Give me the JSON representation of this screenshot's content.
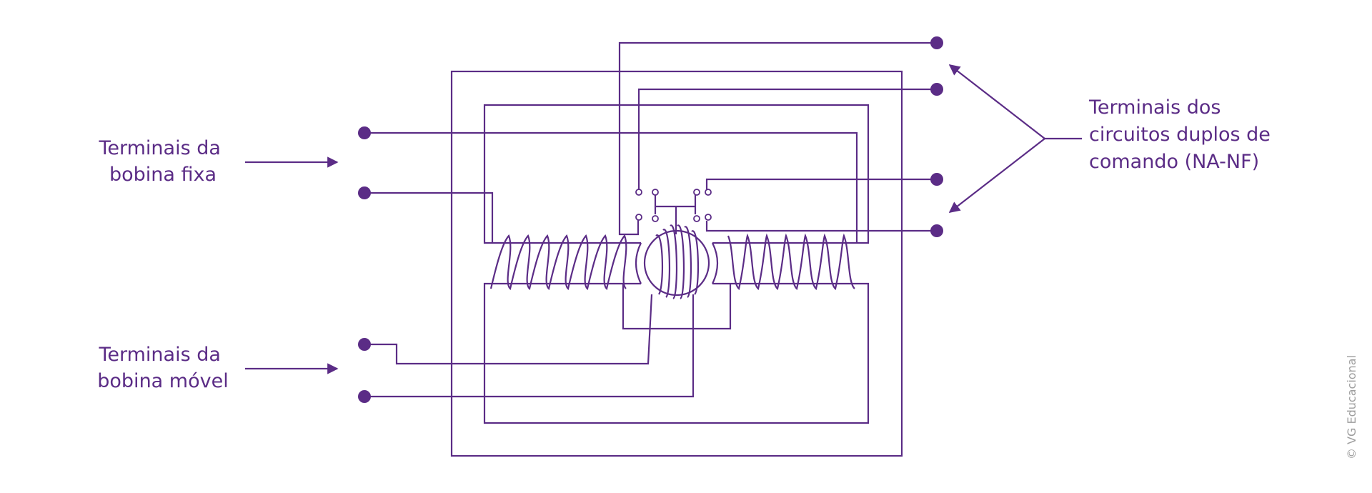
{
  "diagram": {
    "labels": {
      "fixed_coil": [
        "Terminais da",
        "bobina fixa"
      ],
      "moving_coil": [
        "Terminais da",
        "bobina móvel"
      ],
      "circuits": [
        "Terminais dos",
        "circuitos duplos de",
        "comando (NA-NF)"
      ]
    },
    "credit": "© VG Educacional",
    "colors": {
      "line": "#5b2c86",
      "label": "#5b2c86",
      "credit": "#9e9e9e"
    }
  }
}
